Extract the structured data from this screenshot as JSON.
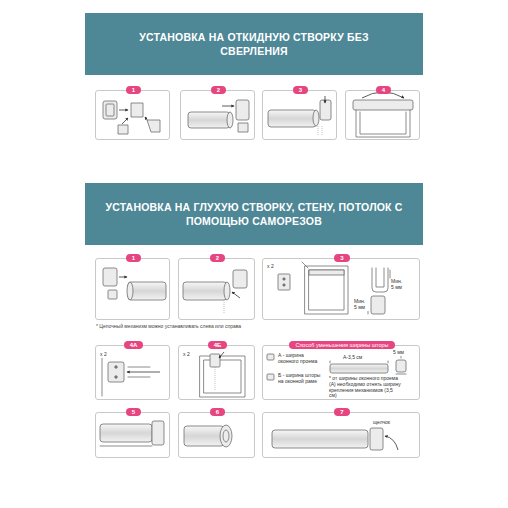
{
  "diagram": {
    "nodes": [
      {
        "text": [
          "УСТАНОВКА НА ОТКИДНУЮ СТВОРКУ БЕЗ СВЕРЛЕНИЯ"
        ]
      },
      {
        "text": [
          "1"
        ]
      },
      {
        "text": [
          "2"
        ]
      },
      {
        "text": [
          "3"
        ]
      },
      {
        "text": [
          "4"
        ]
      },
      {
        "text": [
          "УСТАНОВКА НА ГЛУХУЮ СТВОРКУ, СТЕНУ, ПОТОЛОК С ПОМОЩЬЮ САМОРЕЗОВ"
        ]
      },
      {
        "text": [
          "1"
        ]
      },
      {
        "text": [
          "2"
        ]
      },
      {
        "text": [
          "3",
          "x 2",
          "Мин. 5 мм",
          "Мин. 5 мм"
        ]
      },
      {
        "text": [
          "4А",
          "x 2"
        ]
      },
      {
        "text": [
          "4Б",
          "x 2"
        ]
      },
      {
        "text": [
          "Способ уменьшения ширины шторы",
          "А - ширина оконного проема",
          "Б - ширина шторы на оконной раме",
          "А-3,5 см",
          "* от ширины оконного проема (А) необходимо отнять ширину крепления механизмов (3,5 см)",
          "5 мм"
        ]
      },
      {
        "text": [
          "5"
        ]
      },
      {
        "text": [
          "6"
        ]
      },
      {
        "text": [
          "7",
          "щелчок"
        ]
      }
    ],
    "labels": [
      "* Цепочный механизм можно устанавливать слева или справа"
    ]
  }
}
